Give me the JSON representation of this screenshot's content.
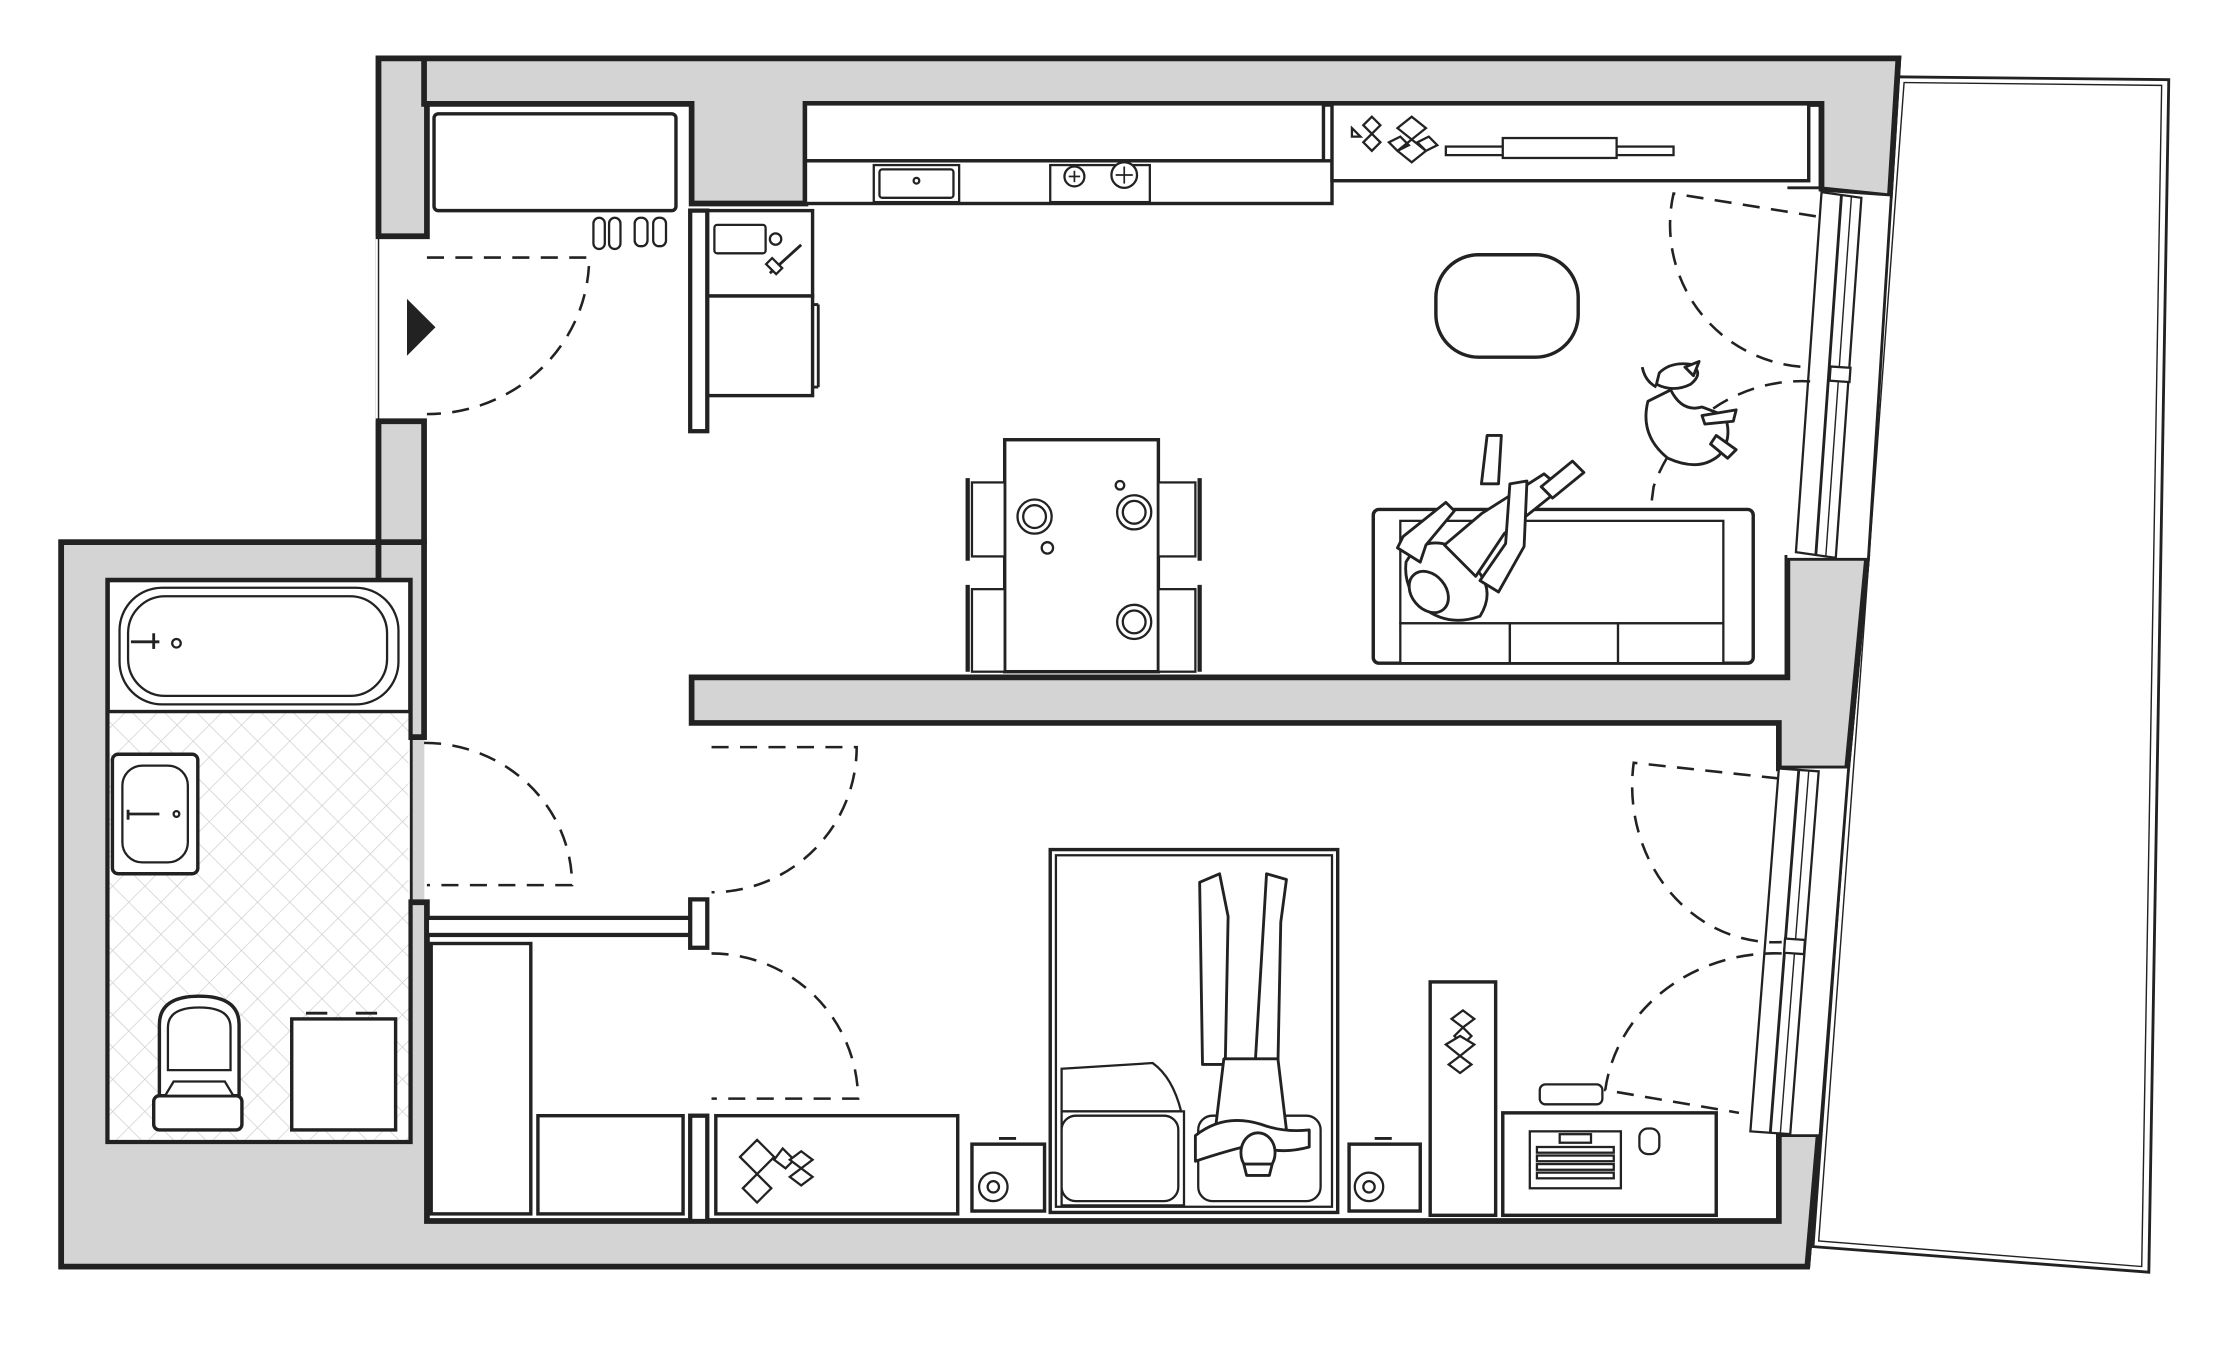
{
  "diagram": {
    "type": "apartment-floor-plan",
    "colors": {
      "walls": "#d4d4d4",
      "outline": "#222222",
      "background": "#ffffff"
    },
    "rooms": [
      "entrance-hall",
      "bathroom",
      "kitchen-living-room",
      "bedroom",
      "balcony"
    ],
    "icons": [
      "entrance-arrow-icon",
      "sink-icon",
      "stove-icon",
      "bathtub-icon",
      "toilet-icon",
      "washing-machine-icon",
      "dining-table-icon",
      "sofa-icon",
      "bed-icon",
      "desk-icon",
      "keyboard-icon",
      "plant-icon",
      "person-icon",
      "dog-icon",
      "rug-icon",
      "speaker-icon",
      "slippers-icon"
    ]
  }
}
